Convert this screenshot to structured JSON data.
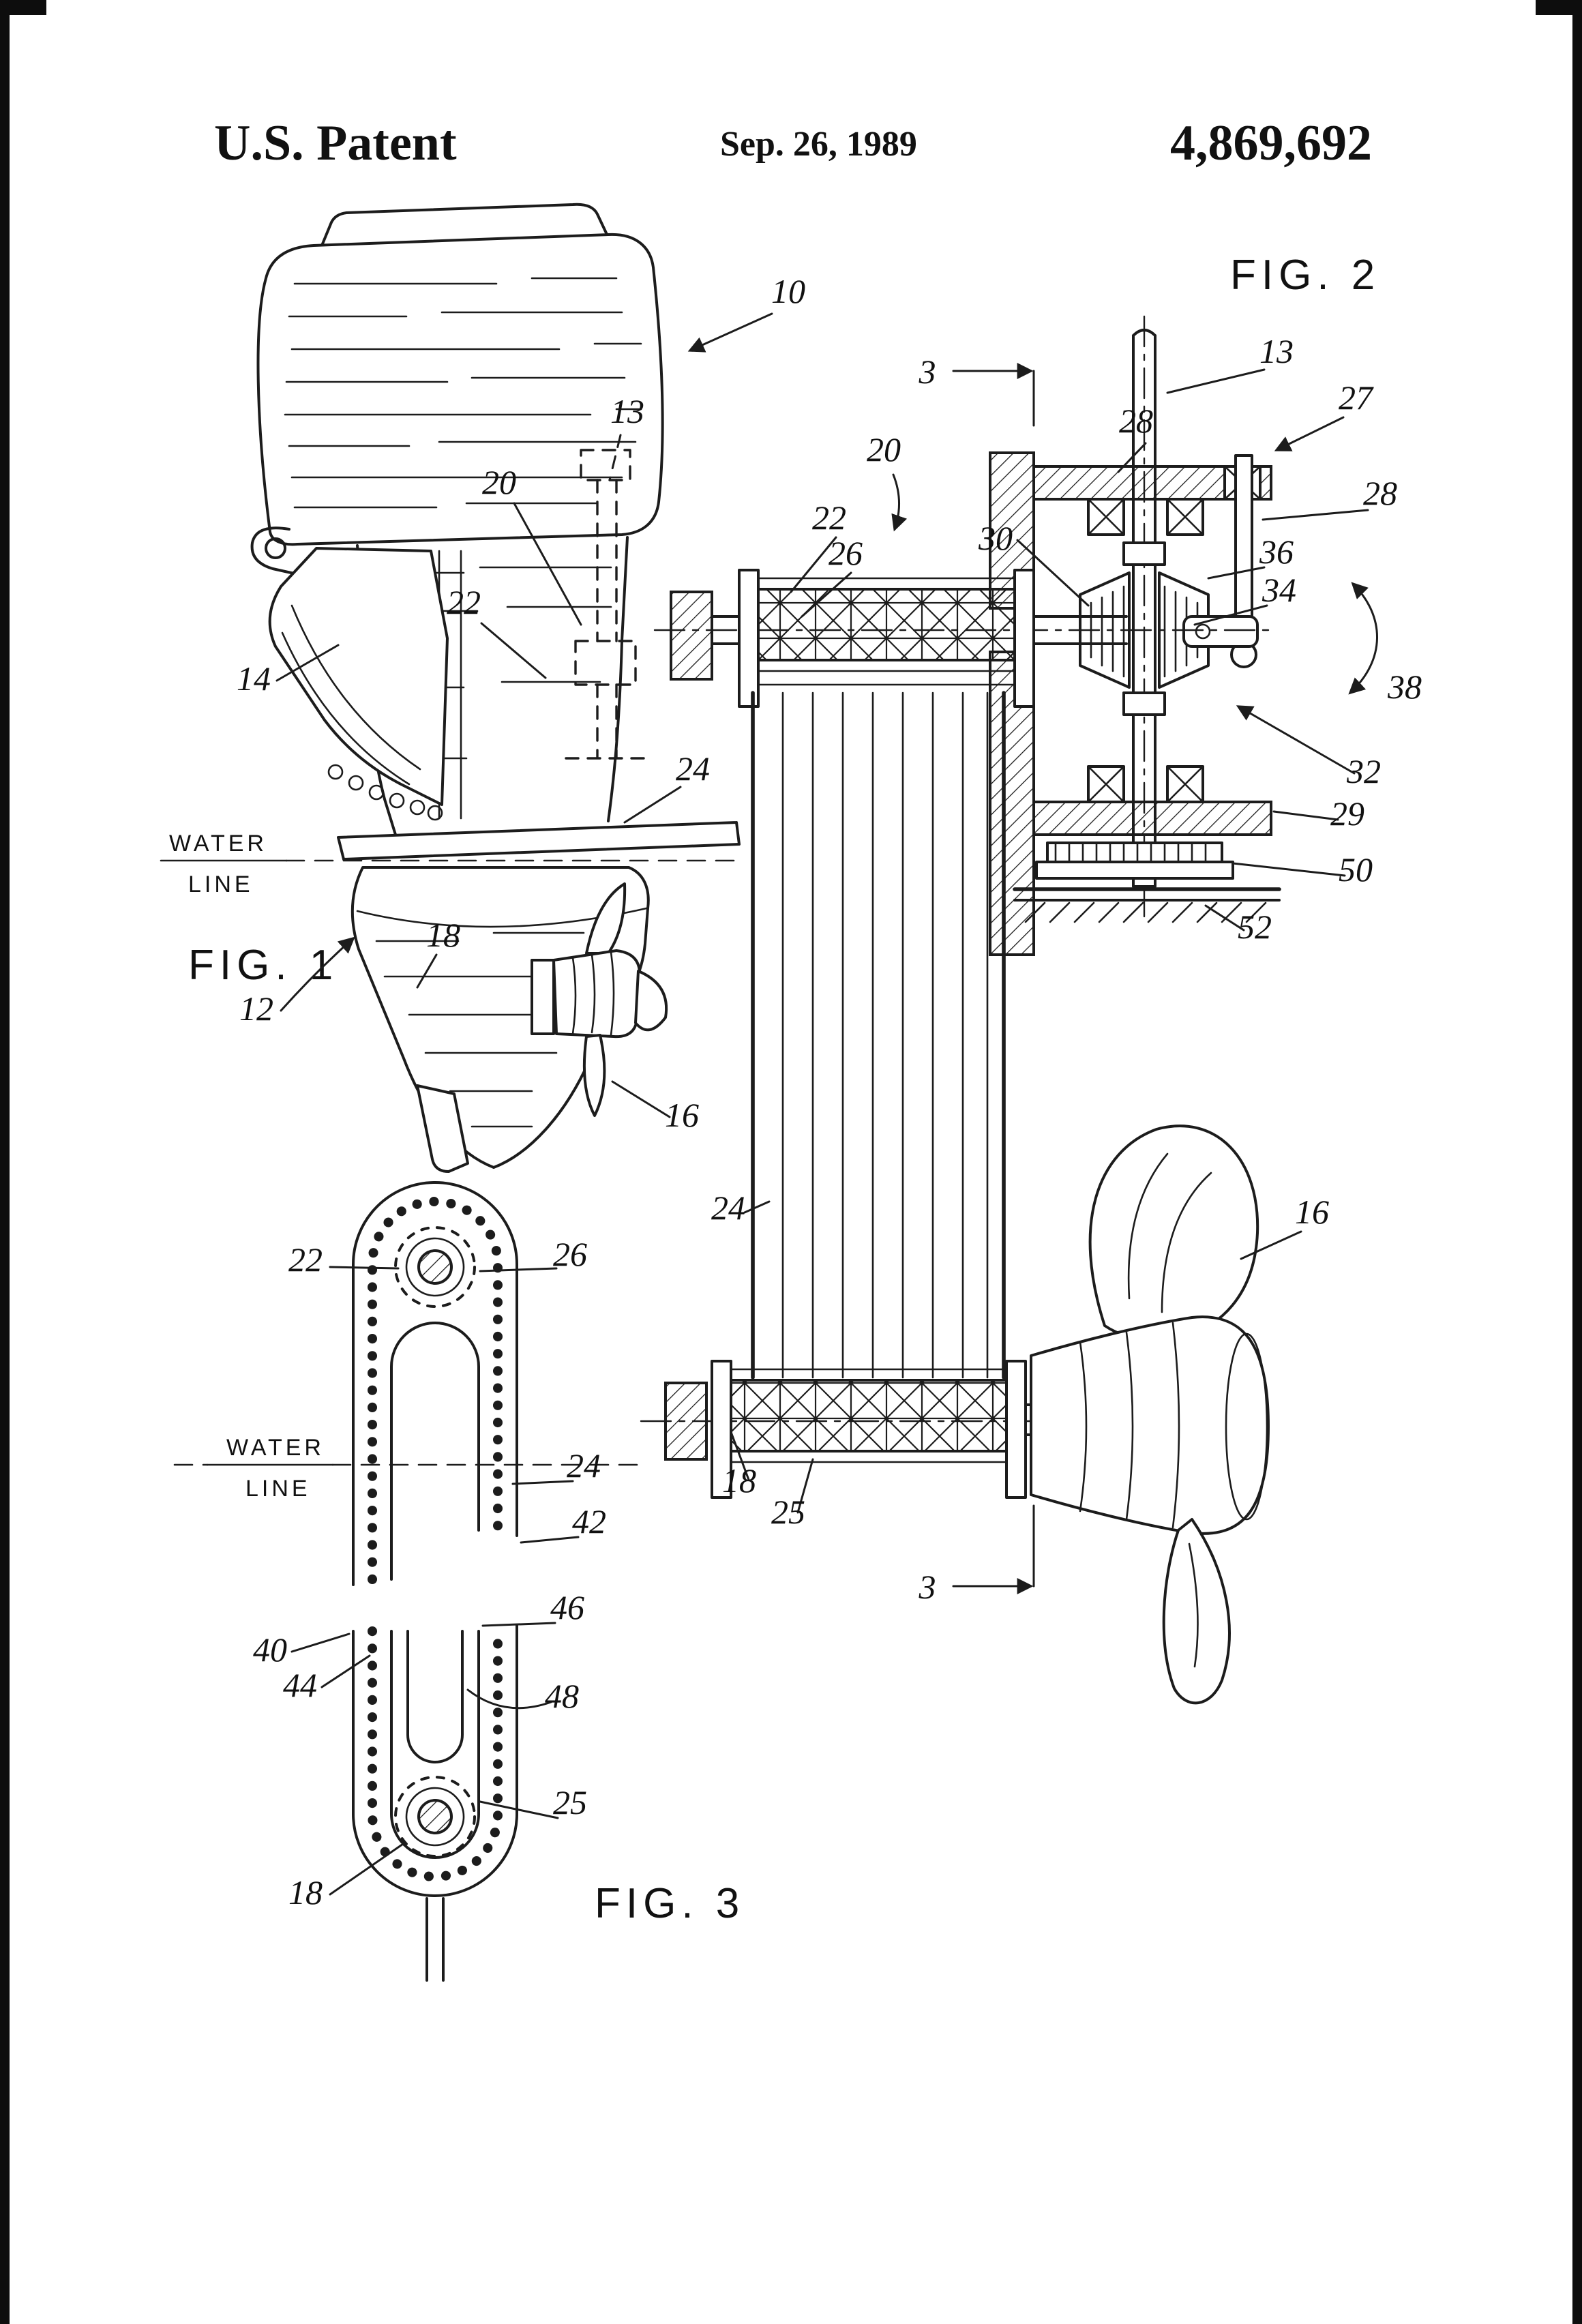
{
  "page": {
    "paper_color": "#ffffff",
    "ink_color": "#1c1c1c"
  },
  "header": {
    "title": "U.S. Patent",
    "date": "Sep. 26, 1989",
    "patent_number": "4,869,692"
  },
  "figures": {
    "fig1_label": "FIG. 1",
    "fig2_label": "FIG. 2",
    "fig3_label": "FIG. 3"
  },
  "water_line": {
    "top": "WATER",
    "bottom": "LINE"
  },
  "reference_numerals": {
    "fig1": [
      "10",
      "13",
      "20",
      "22",
      "14",
      "24",
      "18",
      "12",
      "16"
    ],
    "fig2": [
      "3",
      "13",
      "27",
      "28",
      "28",
      "36",
      "34",
      "38",
      "32",
      "29",
      "50",
      "52",
      "20",
      "30",
      "22",
      "26",
      "24",
      "16",
      "18",
      "25",
      "3"
    ],
    "fig3": [
      "22",
      "26",
      "24",
      "42",
      "40",
      "44",
      "46",
      "48",
      "25",
      "18"
    ]
  }
}
